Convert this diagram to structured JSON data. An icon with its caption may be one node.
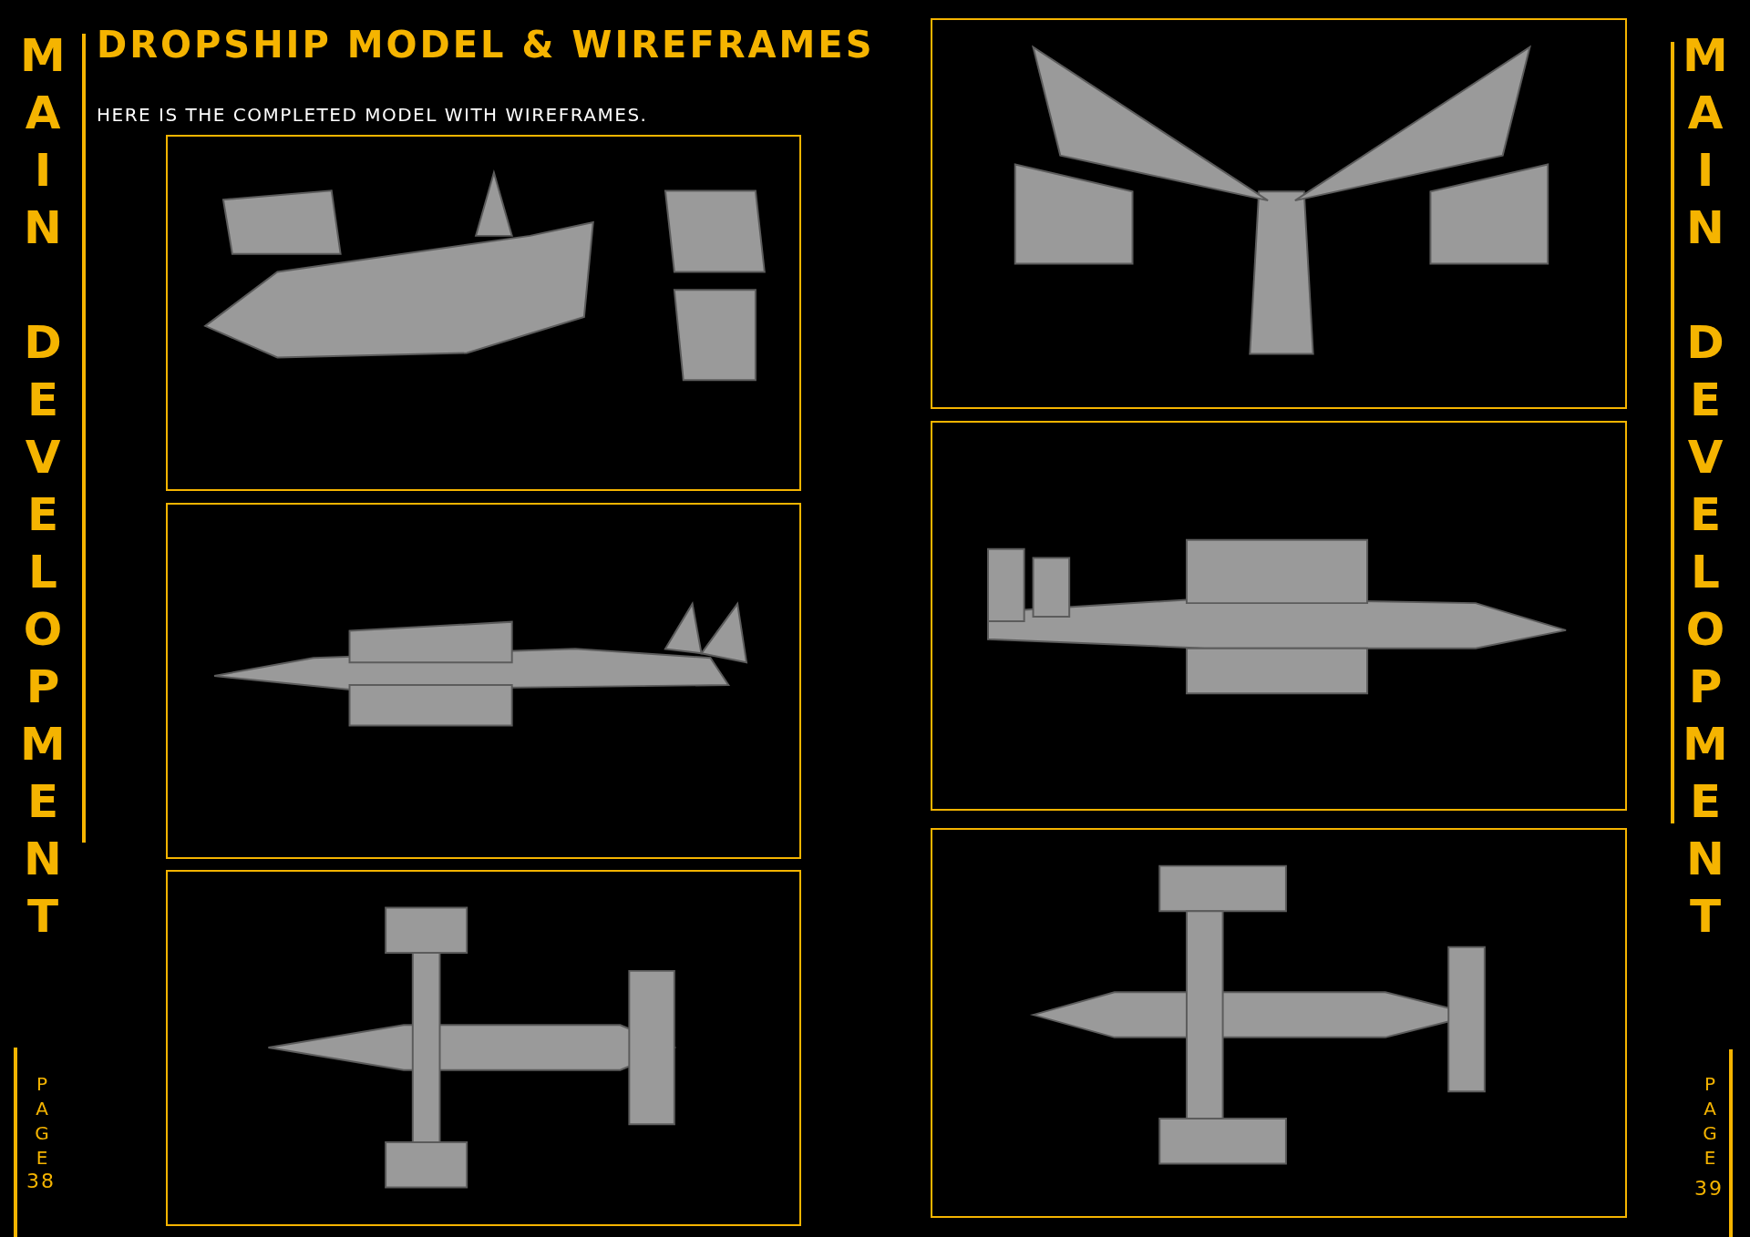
{
  "diagram": {
    "title": "DROPSHIP MODEL & WIREFRAMES",
    "labels": [
      "MAIN DEVELOPMENT",
      "HERE IS THE COMPLETED MODEL WITH WIREFRAMES.",
      "PAGE",
      "38",
      "MAIN DEVELOPMENT",
      "PAGE",
      "39"
    ]
  }
}
